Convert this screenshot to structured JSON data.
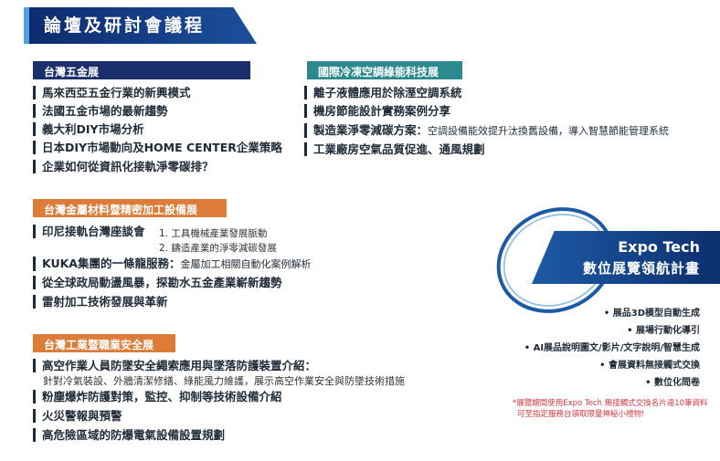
{
  "title": "論壇及研討會議程",
  "sections": {
    "hardware": {
      "tag": "台灣五金展",
      "items": [
        "馬來西亞五金行業的新興模式",
        "法國五金市場的最新趨勢",
        "義大利DIY市場分析",
        "日本DIY市場動向及HOME CENTER企業策略",
        "企業如何從資訊化接軌淨零碳排？"
      ]
    },
    "hvac": {
      "tag": "國際冷凍空調綠能科技展",
      "items": [
        "離子液體應用於除溼空調系統",
        "機房節能設計實務案例分享",
        "工業廠房空氣品質促進、通風規劃"
      ],
      "item3_bold": "製造業淨零減碳方案：",
      "item3_plain": "空調設備能效提升汰換舊設備，導入智慧節能管理系統"
    },
    "metal": {
      "tag": "台灣金屬材料暨精密加工設備展",
      "item1": "印尼接軌台灣座談會",
      "item1_sub1": "1. 工具機械產業發展脈動",
      "item1_sub2": "2. 鑄造產業的淨零減碳發展",
      "item2_bold": "KUKA集團的一條龍服務：",
      "item2_plain": "金屬加工相關自動化案例解析",
      "item3": "從全球政局動盪風暴，探勘水五金產業嶄新趨勢",
      "item4": "雷射加工技術發展與革新"
    },
    "safety": {
      "tag": "台灣工業暨職業安全展",
      "item1": "高空作業人員防墜安全繩索應用與墜落防護裝置介紹：",
      "item1_sub": "針對冷氣裝設、外牆清潔修繕、綠能風力維護，展示高空作業安全與防墜技術措施",
      "item2": "粉塵爆炸防護對策，監控、抑制等技術設備介紹",
      "item3": "火災警報與預警",
      "item4": "高危險區域的防爆電氣設備設置規劃"
    }
  },
  "expo": {
    "en": "Expo Tech",
    "zh": "數位展覽領航計畫",
    "features": [
      "• 展品3D模型自動生成",
      "• 展場行動化導引",
      "• AI展品說明圖文/影片/文字說明/智慧生成",
      "• 會展資料無接觸式交換",
      "• 數位化問卷"
    ],
    "note_line1": "*展覽期間使用Expo Tech 無接觸式交換名片達10筆資料",
    "note_line2": "可至指定服務台領取限量神秘小禮物!"
  },
  "colors": {
    "navy": "#1b2f6b",
    "teal": "#2c8a8f",
    "orange": "#dd7b38",
    "note_red": "#d9363e"
  }
}
